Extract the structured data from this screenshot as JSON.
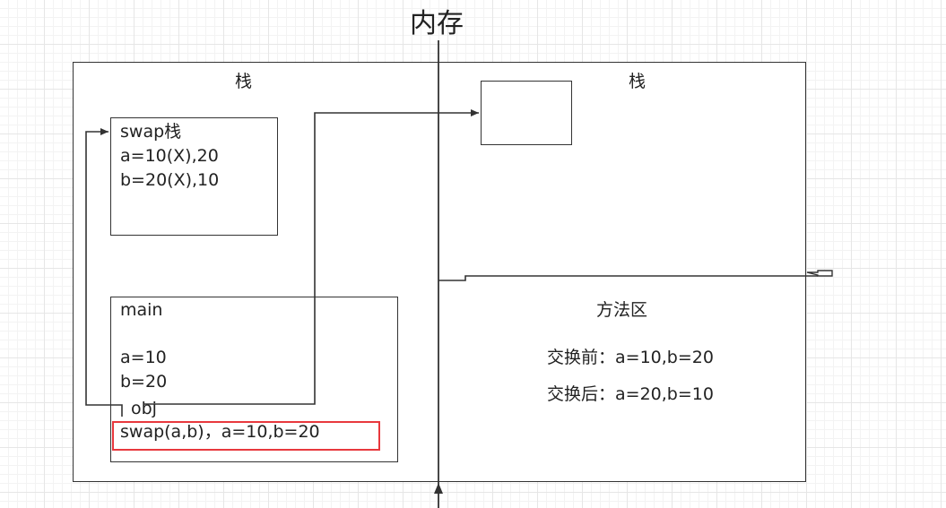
{
  "title": "内存",
  "stack_left": {
    "label": "栈"
  },
  "stack_right": {
    "label": "栈"
  },
  "swap_frame": {
    "lines": [
      "swap栈",
      "a=10(X),20",
      "b=20(X),10"
    ]
  },
  "main_frame": {
    "title": "main",
    "lines": [
      "a=10",
      "b=20"
    ],
    "obj": "obj",
    "call": "swap(a,b)，a=10,b=20"
  },
  "method_area": {
    "title": "方法区",
    "before": "交换前：a=10,b=20",
    "after": "交换后：a=20,b=10"
  },
  "colors": {
    "line": "#333333",
    "highlight": "#e8383d"
  }
}
